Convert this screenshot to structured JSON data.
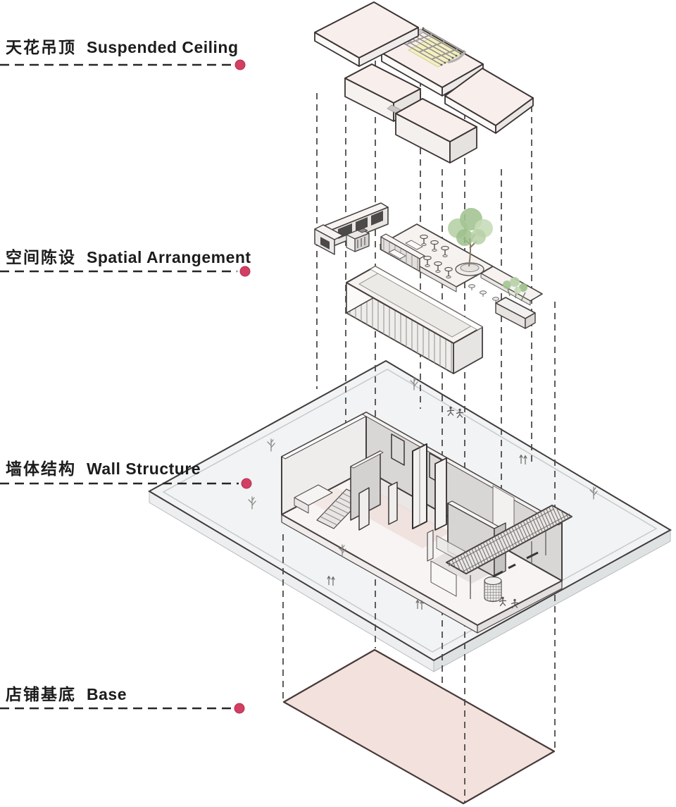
{
  "diagram": {
    "title_implicit": "Exploded axonometric diagram of shop design layers",
    "layers": [
      {
        "id": "ceiling",
        "label_zh": "天花吊顶",
        "label_en": "Suspended Ceiling",
        "features": [
          "ceiling slabs",
          "yellow skylight grille with light rails"
        ]
      },
      {
        "id": "furnishing",
        "label_zh": "空间陈设",
        "label_en": "Spatial Arrangement",
        "features": [
          "L-shaped shelf",
          "coffee machine",
          "bar stools",
          "tree planter",
          "long slatted bar counter",
          "stepping discs",
          "side planter"
        ]
      },
      {
        "id": "walls",
        "label_zh": "墙体结构",
        "label_en": "Wall Structure",
        "features": [
          "plaza deck",
          "interior walls",
          "staircase",
          "display cases",
          "tiled entrance roof",
          "people and sapling markers"
        ]
      },
      {
        "id": "base",
        "label_zh": "店铺基底",
        "label_en": "Base",
        "features": [
          "pink floor plate"
        ]
      }
    ],
    "colors": {
      "accent_dot": "#d23f63",
      "accent_dot_edge": "#b23052",
      "leader_line": "#262626",
      "connector_line": "#4e4a49",
      "outline": "#3f3837",
      "slab_fill": "#f8efec",
      "slab_side_light": "#fbfaf9",
      "slab_side_dark": "#eceae8",
      "skylight_fill": "#f4f0c0",
      "plaza_fill": "#f1f3f4",
      "base_fill": "#f2e1dc",
      "wall_gray": "#d7d4d4",
      "floor_pink": "#eedcd8",
      "foliage_green": "#a9c996",
      "text": "#1c1c1c"
    }
  }
}
